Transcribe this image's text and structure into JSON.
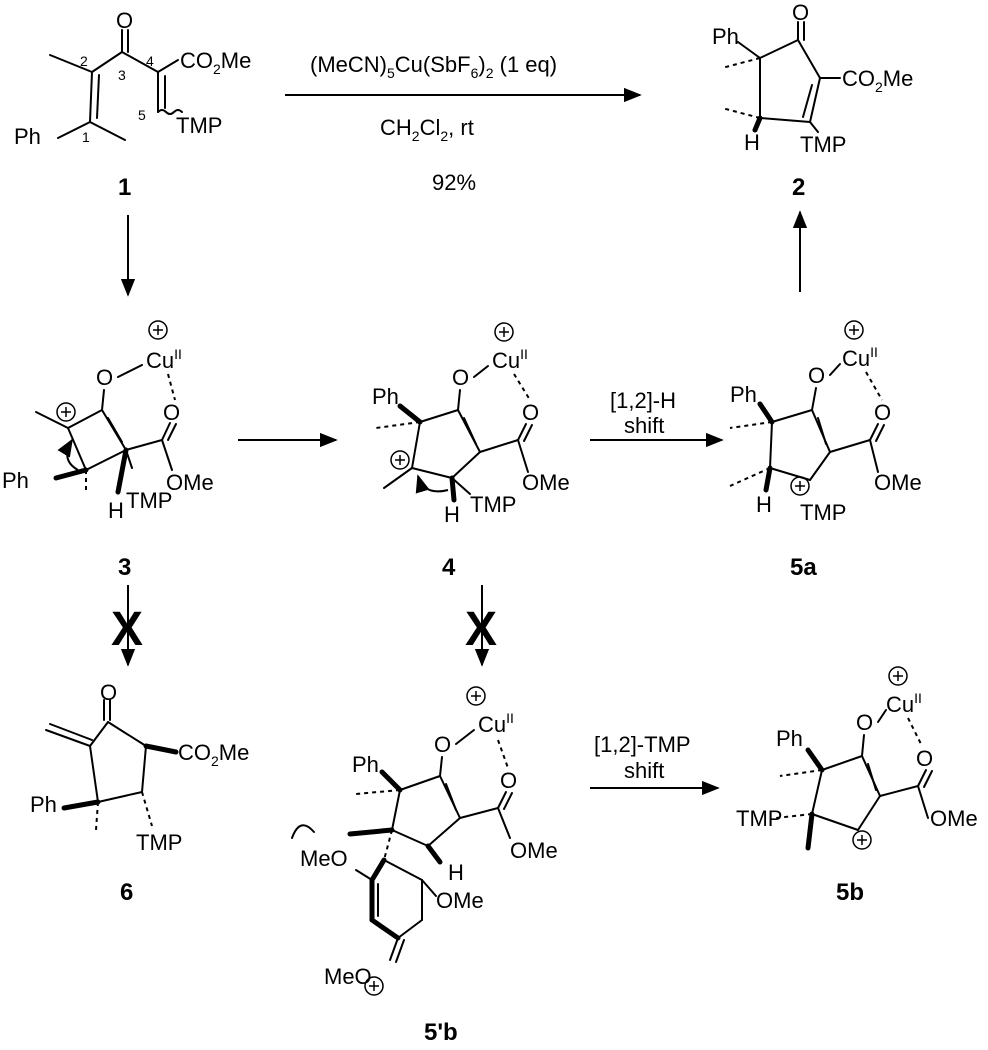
{
  "compounds": {
    "c1": {
      "number": "1",
      "ring_numbers": [
        "1",
        "2",
        "3",
        "4",
        "5"
      ]
    },
    "c2": {
      "number": "2"
    },
    "c3": {
      "number": "3"
    },
    "c4": {
      "number": "4"
    },
    "c5a": {
      "number": "5a"
    },
    "c5b": {
      "number": "5b"
    },
    "c5pb": {
      "number": "5'b"
    },
    "c6": {
      "number": "6"
    }
  },
  "atoms": {
    "O": "O",
    "Ph": "Ph",
    "TMP": "TMP",
    "H": "H",
    "Cu": "Cu",
    "Cu_ox": "II",
    "CO2Me_a": "CO",
    "CO2Me_sub": "2",
    "CO2Me_b": "Me",
    "OMe": "OMe",
    "MeO": "MeO"
  },
  "reaction": {
    "reagent_a": "(MeCN)",
    "reagent_sub1": "5",
    "reagent_b": "Cu(SbF",
    "reagent_sub2": "6",
    "reagent_c": ")",
    "reagent_sub3": "2",
    "reagent_d": " (1 eq)",
    "solvent_a": "CH",
    "solvent_sub1": "2",
    "solvent_b": "Cl",
    "solvent_sub2": "2",
    "solvent_c": ", rt",
    "yield": "92%"
  },
  "steps": {
    "h_shift_1": "[1,2]-H",
    "h_shift_2": "shift",
    "tmp_shift_1": "[1,2]-TMP",
    "tmp_shift_2": "shift"
  },
  "blocked_mark": "X",
  "charge_sign": "+"
}
